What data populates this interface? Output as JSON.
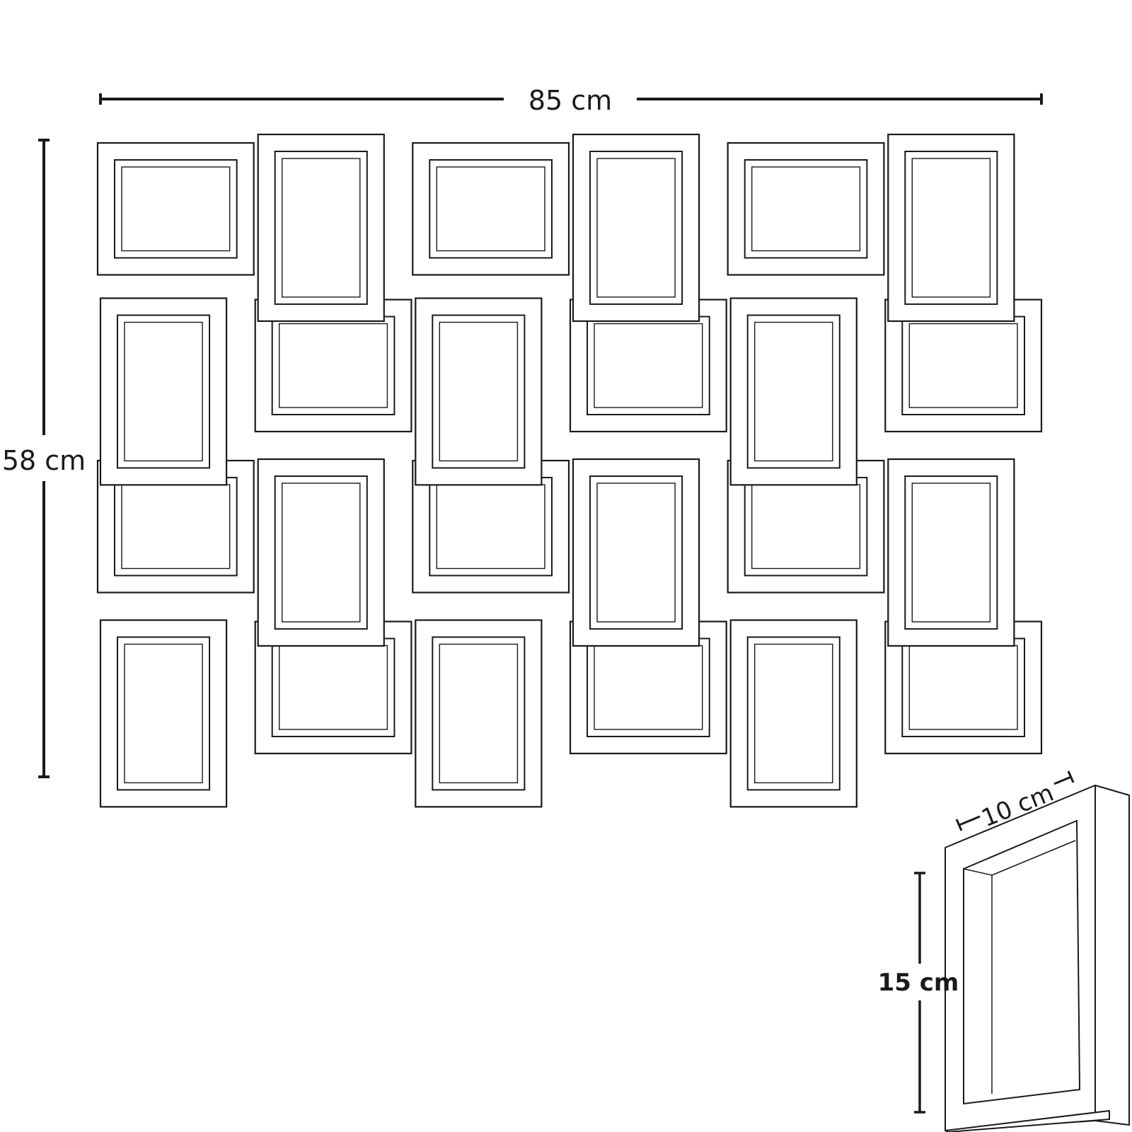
{
  "dimensions": {
    "width_label": "85 cm",
    "height_label": "58 cm",
    "frame_width_label": "10 cm",
    "frame_height_label": "15 cm"
  },
  "collage": {
    "rows": 4,
    "columns": 6,
    "frame_count": 24
  },
  "colors": {
    "line": "#1a1a1a",
    "background": "#ffffff"
  }
}
